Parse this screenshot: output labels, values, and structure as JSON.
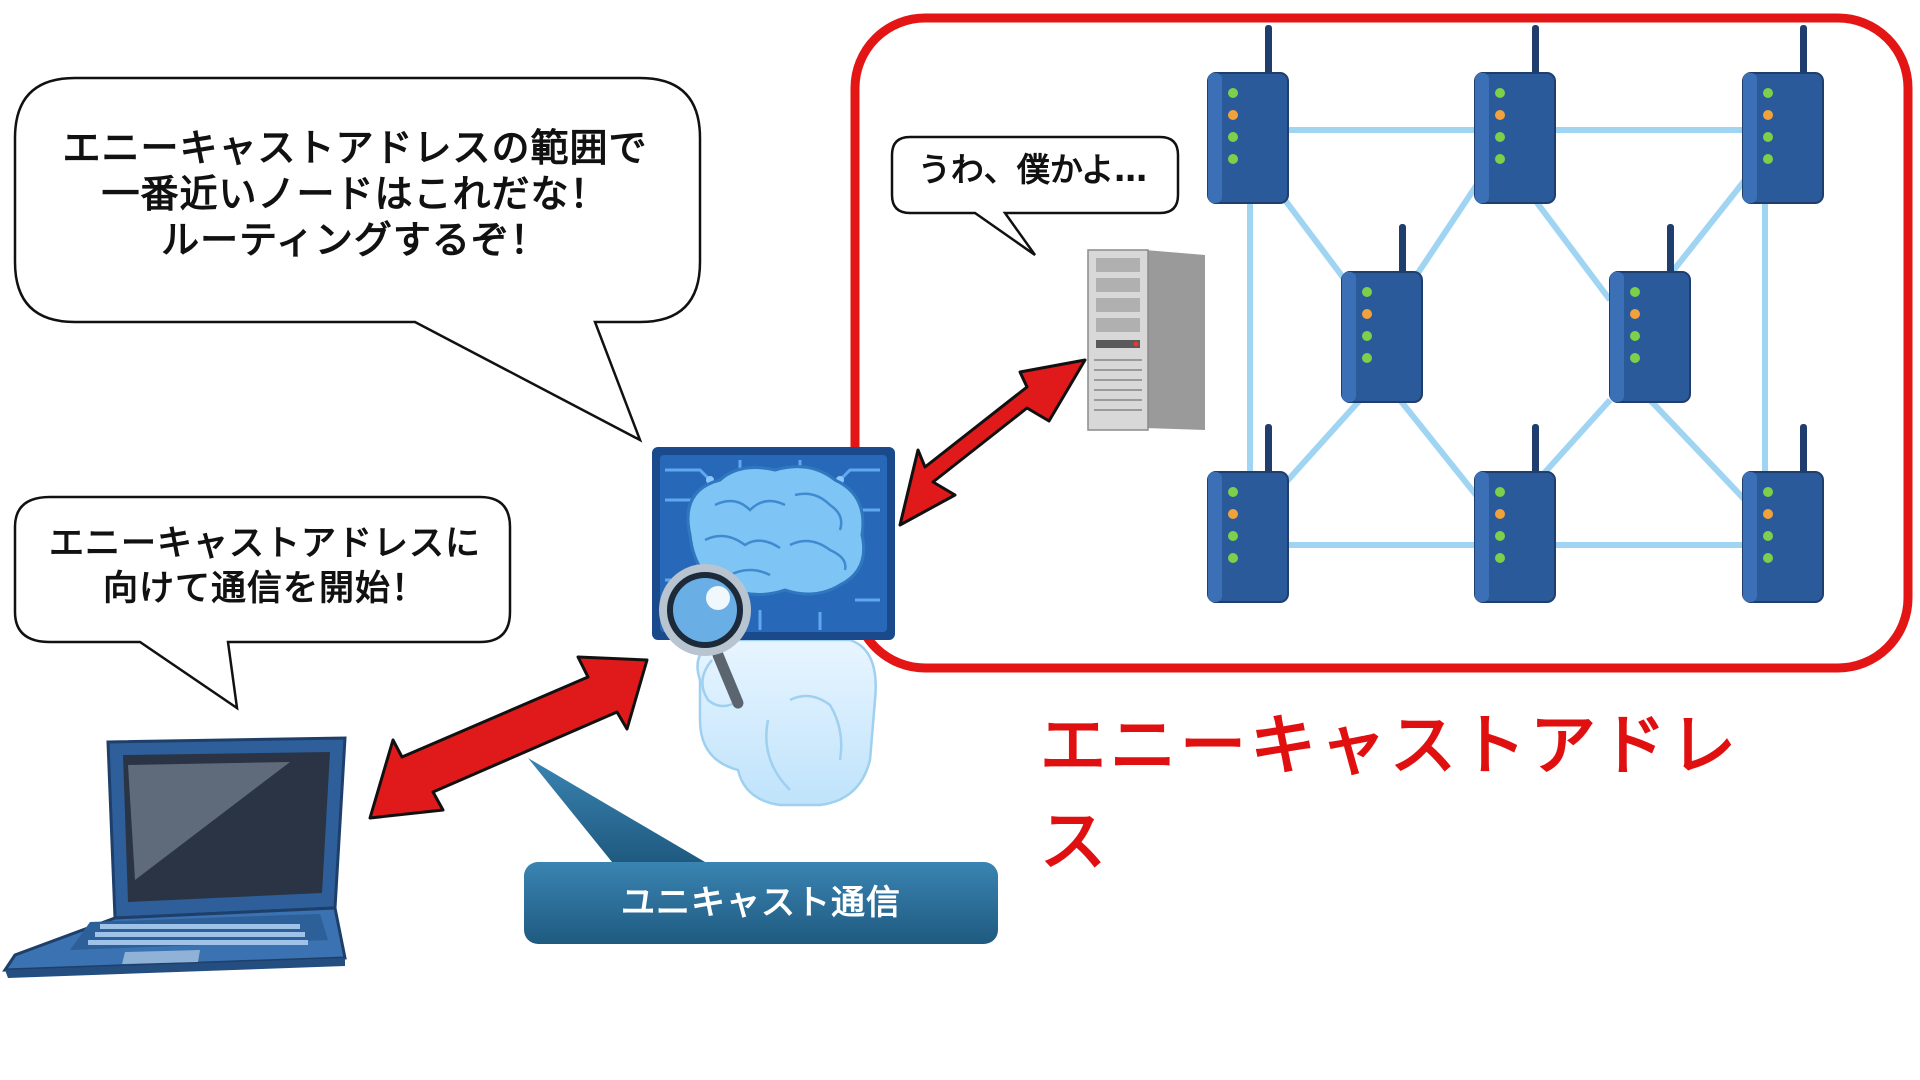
{
  "bubbles": {
    "router": {
      "lines": [
        "エニーキャストアドレスの範囲で",
        "一番近いノードはこれだな！",
        "ルーティングするぞ！"
      ]
    },
    "laptop": {
      "lines": [
        "エニーキャストアドレスに",
        "向けて通信を開始！"
      ]
    },
    "server": {
      "lines": [
        "うわ、僕かよ…"
      ]
    }
  },
  "labels": {
    "unicast": "ユニキャスト通信",
    "anycast": "エニーキャストアドレス"
  },
  "icons": {
    "router_brain": "ai-brain-magnifier-icon",
    "laptop": "laptop-icon",
    "server": "server-icon",
    "node": "router-node-icon"
  },
  "colors": {
    "anycast_border": "#e41515",
    "arrow_fill": "#e01a1a",
    "node_body": "#2b5a9a",
    "link_line": "#9fd4f2",
    "unicast_label_bg": "#1e5574",
    "led_green": "#7cd04a",
    "led_orange": "#f2a23a"
  }
}
